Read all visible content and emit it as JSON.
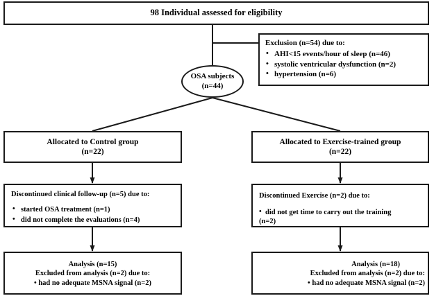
{
  "diagram": {
    "title": "CONSORT participant flow diagram",
    "line_color": "#1a1a1a",
    "background": "#ffffff"
  },
  "nodes": {
    "eligibility": {
      "label": "98 Individual assessed for eligibility"
    },
    "exclusion": {
      "header": "Exclusion  (n=54) due to:",
      "items": [
        "AHI<15 events/hour of sleep (n=46)",
        "systolic ventricular dysfunction (n=2)",
        "hypertension  (n=6)"
      ]
    },
    "osa": {
      "label": "OSA  subjects",
      "count": "(n=44)"
    },
    "alloc_control": {
      "label": "Allocated to Control group",
      "count": "(n=22)"
    },
    "alloc_exercise": {
      "label": "Allocated to Exercise-trained group",
      "count": "(n=22)"
    },
    "disc_control": {
      "header": "Discontinued clinical follow-up (n=5) due to:",
      "items": [
        "started OSA treatment (n=1)",
        "did not complete the evaluations  (n=4)"
      ]
    },
    "disc_exercise": {
      "header": "Discontinued  Exercise (n=2) due to:",
      "item_line1": "did not get time to carry out the training",
      "item_line2": "(n=2)"
    },
    "analysis_control": {
      "line1": "Analysis (n=15)",
      "line2": "Excluded from analysis (n=2) due to:",
      "line3": "•  had no adequate MSNA signal  (n=2)"
    },
    "analysis_exercise": {
      "line1": "Analysis (n=18)",
      "line2": "Excluded from analysis (n=2) due to:",
      "line3": "•  had no adequate MSNA signal (n=2)"
    }
  }
}
